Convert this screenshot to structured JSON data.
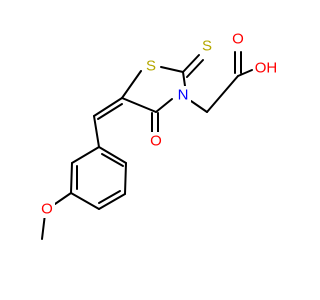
{
  "molecule": {
    "atoms": {
      "s_ring": {
        "symbol": "S",
        "color": "#b5a800"
      },
      "s_thione": {
        "symbol": "S",
        "color": "#b5a800"
      },
      "n_ring": {
        "symbol": "N",
        "color": "#0000ff"
      },
      "o_ketone": {
        "symbol": "O",
        "color": "#ff0000"
      },
      "o_carbonyl": {
        "symbol": "O",
        "color": "#ff0000"
      },
      "oh_acid": {
        "symbol": "OH",
        "color": "#ff0000"
      },
      "o_methoxy": {
        "symbol": "O",
        "color": "#ff0000"
      }
    }
  }
}
